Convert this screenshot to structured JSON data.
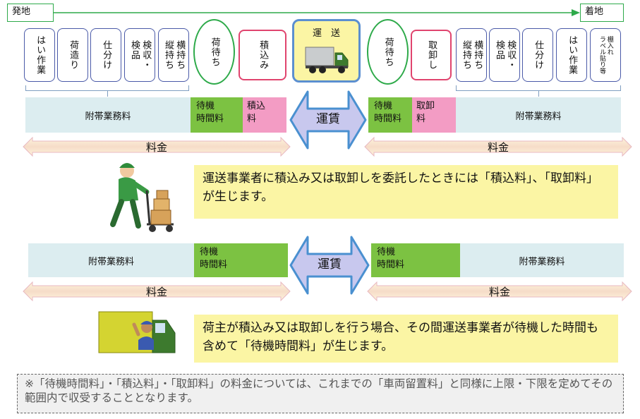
{
  "origin_label": "発地",
  "destination_label": "着地",
  "origin_tasks": [
    "はい作業",
    "荷造り",
    "仕分け",
    "検収・\n検品",
    "横持ち\n縦持ち"
  ],
  "origin_wait": "荷待ち",
  "loading": "積込み",
  "transport_label": "運　送",
  "dest_wait": "荷待ち",
  "unloading": "取卸し",
  "dest_tasks": [
    "横持ち\n縦持ち",
    "検収・\n検品",
    "仕分け",
    "はい作業",
    "棚入れ\nラベル貼り等"
  ],
  "section1": {
    "left_incidental": "附帯業務料",
    "left_wait_fee": "待機\n時間料",
    "loading_fee": "積込\n料",
    "freight": "運賃",
    "right_wait_fee": "待機\n時間料",
    "unloading_fee": "取卸\n料",
    "right_incidental": "附帯業務料",
    "left_charge": "料金",
    "right_charge": "料金",
    "message": "運送事業者に積込み又は取卸しを委託したときには「積込料」、「取卸料」が生じます。"
  },
  "section2": {
    "left_incidental": "附帯業務料",
    "left_wait_fee": "待機\n時間料",
    "freight": "運賃",
    "right_wait_fee": "待機\n時間料",
    "right_incidental": "附帯業務料",
    "left_charge": "料金",
    "right_charge": "料金",
    "message": "荷主が積込み又は取卸しを行う場合、その間運送事業者が待機した時間も含めて「待機時間料」が生じます。"
  },
  "note": "※「待機時間料」・「積込料」・「取卸料」の料金については、これまでの「車両留置料」と同様に上限・下限を定めてその範囲内で収受することとなります。",
  "colors": {
    "green_fee": "#7cc242",
    "pink_fee": "#f39cc4",
    "band": "#dcedf0",
    "message_bg": "#fbf5a4",
    "freight_arrow": "#4a90d0"
  }
}
